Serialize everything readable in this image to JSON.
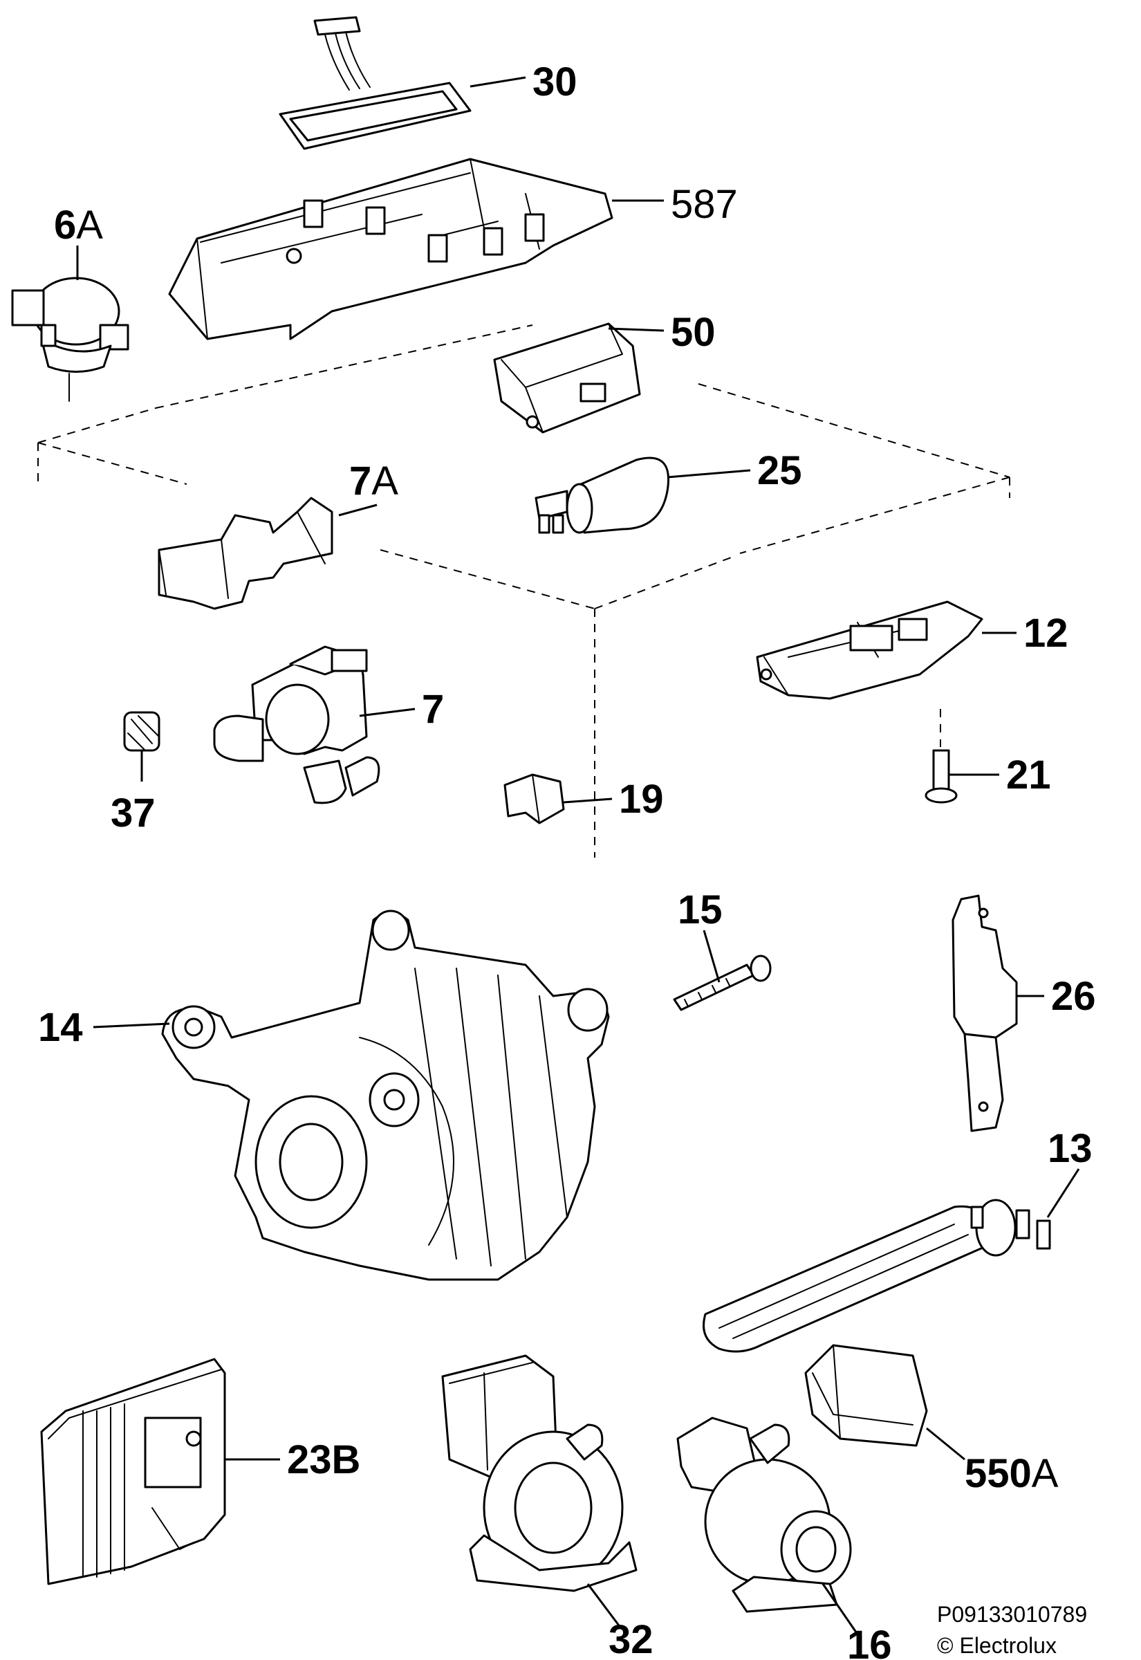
{
  "labels": {
    "p30": {
      "num": "30",
      "suffix": ""
    },
    "p587": {
      "num": "587",
      "suffix": ""
    },
    "p6a": {
      "num": "6",
      "suffix": "A"
    },
    "p50": {
      "num": "50",
      "suffix": ""
    },
    "p7a": {
      "num": "7",
      "suffix": "A"
    },
    "p25": {
      "num": "25",
      "suffix": ""
    },
    "p12": {
      "num": "12",
      "suffix": ""
    },
    "p7": {
      "num": "7",
      "suffix": ""
    },
    "p37": {
      "num": "37",
      "suffix": ""
    },
    "p21": {
      "num": "21",
      "suffix": ""
    },
    "p19": {
      "num": "19",
      "suffix": ""
    },
    "p15": {
      "num": "15",
      "suffix": ""
    },
    "p26": {
      "num": "26",
      "suffix": ""
    },
    "p14": {
      "num": "14",
      "suffix": ""
    },
    "p13": {
      "num": "13",
      "suffix": ""
    },
    "p23b": {
      "num": "23B",
      "suffix": ""
    },
    "p550a": {
      "num": "550",
      "suffix": "A"
    },
    "p32": {
      "num": "32",
      "suffix": ""
    },
    "p16": {
      "num": "16",
      "suffix": ""
    }
  },
  "footer": {
    "code": "P09133010789",
    "copyright": "© Electrolux"
  }
}
